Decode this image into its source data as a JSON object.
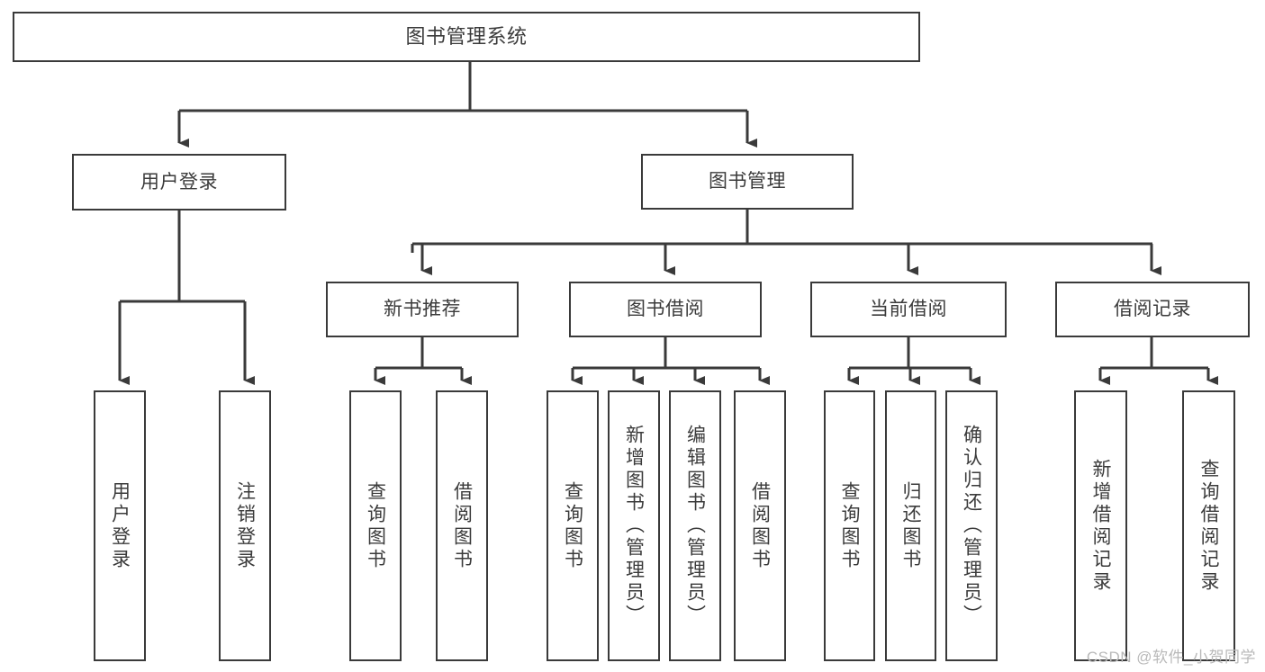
{
  "diagram": {
    "title": "图书管理系统",
    "watermark": "CSDN @软件_小贺同学",
    "line_color": "#3a3a3a",
    "text_color": "#3b3b3b",
    "background": "#ffffff",
    "type": "tree-hierarchy-functional-decomposition",
    "nodes": {
      "root": "图书管理系统",
      "level2": [
        "用户登录",
        "图书管理"
      ],
      "level3": [
        "新书推荐",
        "图书借阅",
        "当前借阅",
        "借阅记录"
      ],
      "leaves": {
        "user_login": [
          "用户登录",
          "注销登录"
        ],
        "new_book_rec": [
          "查询图书",
          "借阅图书"
        ],
        "book_borrow": [
          "查询图书",
          "新增图书（管理员）",
          "编辑图书（管理员）",
          "借阅图书"
        ],
        "current_borrow": [
          "查询图书",
          "归还图书",
          "确认归还（管理员）"
        ],
        "borrow_record": [
          "新增借阅记录",
          "查询借阅记录"
        ]
      }
    }
  }
}
